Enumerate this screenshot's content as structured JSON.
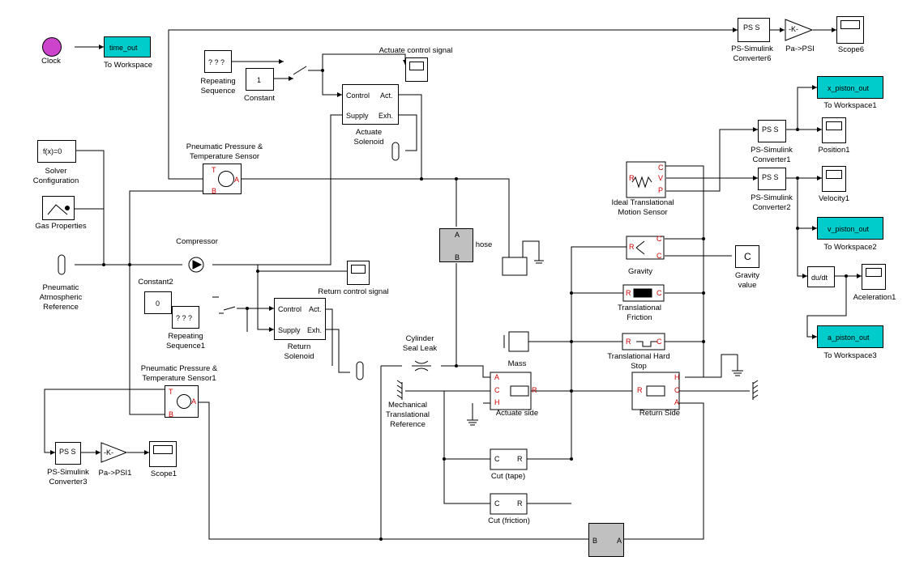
{
  "blocks": {
    "clock": "Clock",
    "time_out": "time_out",
    "to_workspace": "To Workspace",
    "repeating_sequence": "Repeating\nSequence",
    "rs_inner": "? ? ?",
    "constant": "Constant",
    "constant_val": "1",
    "actuate_control_signal": "Actuate control signal",
    "actuate_solenoid": "Actuate\nSolenoid",
    "port_control": "Control",
    "port_supply": "Supply",
    "port_act": "Act.",
    "port_exh": "Exh.",
    "solver_inner": "f(x)=0",
    "solver_config": "Solver\nConfiguration",
    "gas_properties": "Gas Properties",
    "pp_sensor": "Pneumatic Pressure &\nTemperature Sensor",
    "pneumatic_atm": "Pneumatic\nAtmospheric\nReference",
    "compressor": "Compressor",
    "hose": "hose",
    "constant2": "Constant2",
    "constant2_val": "0",
    "repeating_sequence1": "Repeating\nSequence1",
    "return_control_signal": "Return control signal",
    "return_solenoid": "Return\nSolenoid",
    "cylinder_seal_leak": "Cylinder\nSeal Leak",
    "pp_sensor1": "Pneumatic Pressure &\nTemperature Sensor1",
    "mech_ref": "Mechanical\nTranslational\nReference",
    "actuate_side": "Actuate side",
    "mass": "Mass",
    "return_side": "Return Side",
    "ideal_motion_sensor": "Ideal Translational\nMotion Sensor",
    "gravity": "Gravity",
    "gravity_value": "Gravity\nvalue",
    "gravity_value_inner": "C",
    "trans_friction": "Translational\nFriction",
    "trans_hard_stop": "Translational Hard\nStop",
    "cut_tape": "Cut (tape)",
    "cut_friction": "Cut (friction)",
    "ps_s": "PS S",
    "ps_conv6": "PS-Simulink\nConverter6",
    "ps_conv1": "PS-Simulink\nConverter1",
    "ps_conv2": "PS-Simulink\nConverter2",
    "ps_conv3": "PS-Simulink\nConverter3",
    "pa_psi": "Pa->PSI",
    "pa_psi1": "Pa->PSI1",
    "gain_k": "-K-",
    "scope6": "Scope6",
    "scope1": "Scope1",
    "position1": "Position1",
    "velocity1": "Velocity1",
    "acceleration1": "Aceleration1",
    "x_piston_out": "x_piston_out",
    "v_piston_out": "v_piston_out",
    "a_piston_out": "a_piston_out",
    "to_workspace1": "To Workspace1",
    "to_workspace2": "To Workspace2",
    "to_workspace3": "To Workspace3",
    "dudt": "du/dt",
    "port_c": "C",
    "port_r": "R",
    "port_a": "A",
    "port_b": "B",
    "port_h": "H",
    "port_t": "T",
    "port_p": "P",
    "port_v": "V"
  },
  "colors": {
    "workspace": "#00cccc",
    "port_label": "#cc0000",
    "cylinder": "#c0c0c0",
    "clock": "#cc44cc"
  }
}
